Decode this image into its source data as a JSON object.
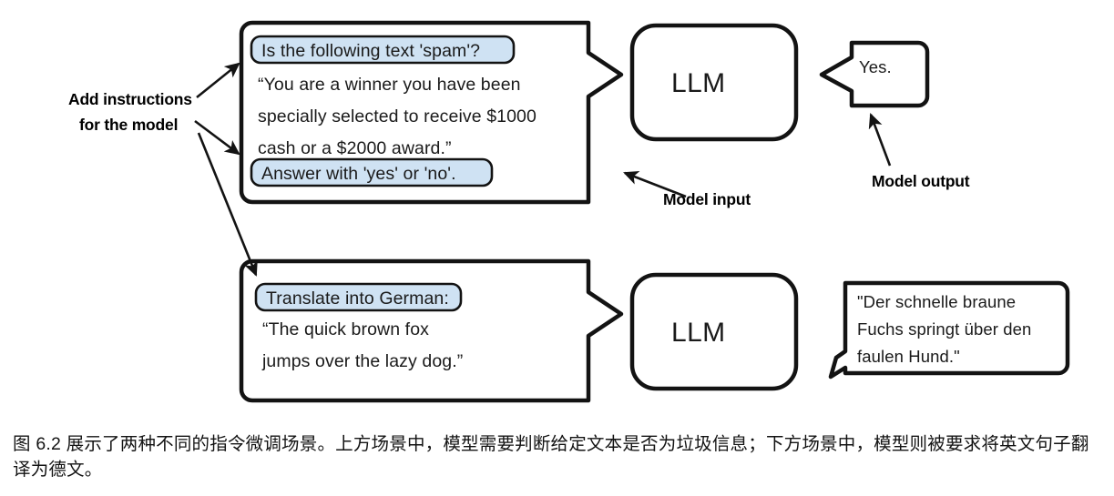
{
  "figure": {
    "annotations": {
      "add_instructions_line1": "Add instructions",
      "add_instructions_line2": "for the model",
      "model_input": "Model input",
      "model_output": "Model output"
    },
    "examples": [
      {
        "id": "spam-classification",
        "input_box": {
          "instruction_pill": "Is the following text 'spam'?",
          "body_lines": [
            "“You are a winner you have been",
            "specially selected to receive $1000",
            "cash or a $2000 award.”"
          ],
          "answer_pill": "Answer with 'yes' or 'no'."
        },
        "model": {
          "label": "LLM"
        },
        "output_bubble": {
          "lines": [
            "Yes."
          ]
        }
      },
      {
        "id": "german-translation",
        "input_box": {
          "instruction_pill": "Translate into German:",
          "body_lines": [
            "“The quick brown fox",
            "jumps over the lazy dog.”"
          ],
          "answer_pill": null
        },
        "model": {
          "label": "LLM"
        },
        "output_bubble": {
          "lines": [
            "\"Der schnelle braune",
            "Fuchs springt über den",
            "faulen Hund.\""
          ]
        }
      }
    ],
    "colors": {
      "pill_fill": "#cfe2f3",
      "stroke": "#131313",
      "background": "#ffffff",
      "text": "#1a1a1a"
    }
  },
  "caption": {
    "text": "图 6.2 展示了两种不同的指令微调场景。上方场景中，模型需要判断给定文本是否为垃圾信息；下方场景中，模型则被要求将英文句子翻译为德文。"
  }
}
